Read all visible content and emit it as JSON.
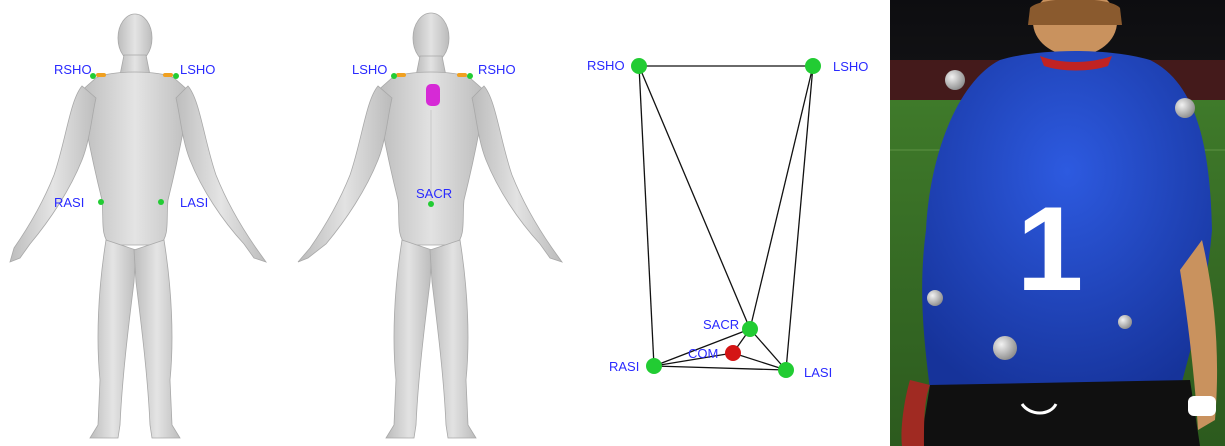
{
  "front_view": {
    "labels": {
      "rsho": "RSHO",
      "lsho": "LSHO",
      "rasi": "RASI",
      "lasi": "LASI"
    }
  },
  "back_view": {
    "labels": {
      "lsho": "LSHO",
      "rsho": "RSHO",
      "sacr": "SACR"
    }
  },
  "marker_graph": {
    "labels": {
      "rsho": "RSHO",
      "lsho": "LSHO",
      "sacr": "SACR",
      "com": "COM",
      "rasi": "RASI",
      "lasi": "LASI"
    }
  },
  "photo": {
    "jersey_number": "1"
  },
  "colors": {
    "marker_green": "#22cc33",
    "com_red": "#d41515",
    "label_blue": "#2a2aff",
    "sensor_magenta": "#d62ad6",
    "jersey_blue": "#1f44c8"
  }
}
